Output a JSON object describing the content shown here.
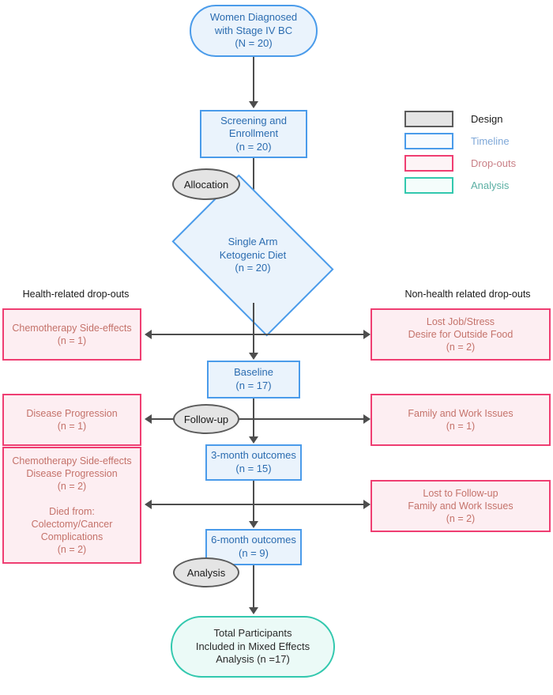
{
  "diagram": {
    "title": "CONSORT-style participant flow diagram",
    "colors": {
      "design_border": "#5B5B5B",
      "design_fill": "#E4E4E4",
      "timeline_border": "#4A9BEA",
      "timeline_fill": "#EAF3FC",
      "timeline_text": "#2B6CB0",
      "dropout_border": "#EF3E72",
      "dropout_fill": "#FDEEF2",
      "dropout_text": "#C4726A",
      "analysis_border": "#32C8AE",
      "analysis_fill": "#EBFAF7",
      "connector": "#4D4D4D"
    }
  },
  "legend": {
    "items": [
      {
        "label": "Design",
        "color": "#5B5B5B",
        "fill": "#E4E4E4",
        "text_color": "#1A1A1A"
      },
      {
        "label": "Timeline",
        "color": "#4A9BEA",
        "fill": "#F7FBFF",
        "text_color": "#7FA8D8"
      },
      {
        "label": "Drop-outs",
        "color": "#EF3E72",
        "fill": "#FDF4F6",
        "text_color": "#C97F86"
      },
      {
        "label": "Analysis",
        "color": "#32C8AE",
        "fill": "#F4FDFB",
        "text_color": "#5BAFA3"
      }
    ]
  },
  "headings": {
    "left": "Health-related drop-outs",
    "right": "Non-health related drop-outs"
  },
  "nodes": {
    "enrollment": "Women Diagnosed\nwith Stage IV BC\n(N = 20)",
    "screening": "Screening and\nEnrollment\n(n = 20)",
    "allocation_stage": "Allocation",
    "intervention": "Single Arm\nKetogenic Diet\n(n = 20)",
    "baseline": "Baseline\n(n = 17)",
    "followup_stage": "Follow-up",
    "three_month": "3-month outcomes\n(n = 15)",
    "six_month": "6-month outcomes\n(n = 9)",
    "analysis_stage": "Analysis",
    "final_analysis": "Total Participants\nIncluded in Mixed Effects\nAnalysis (n =17)"
  },
  "dropouts": {
    "left": [
      "Chemotherapy Side-effects\n(n = 1)",
      "Disease Progression\n(n = 1)",
      "Chemotherapy Side-effects\nDisease Progression\n(n = 2)\n\nDied from:\nColectomy/Cancer\nComplications\n(n = 2)"
    ],
    "right": [
      "Lost Job/Stress\nDesire for Outside Food\n(n = 2)",
      "Family and Work Issues\n(n = 1)",
      "Lost to Follow-up\nFamily and Work Issues\n(n = 2)"
    ]
  }
}
